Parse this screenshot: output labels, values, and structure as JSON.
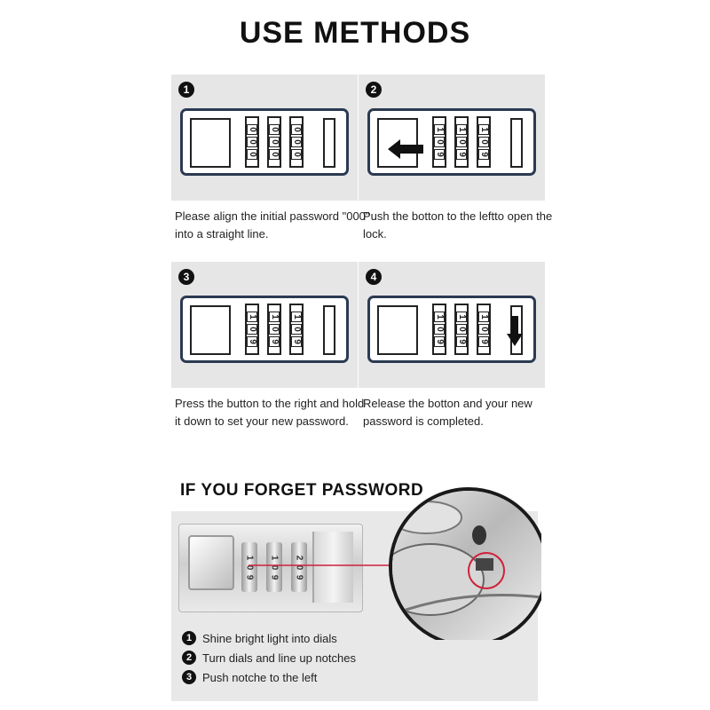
{
  "title": "USE METHODS",
  "steps": [
    {
      "num": "1",
      "caption": "Please align the initial password \"000\" into a straight line.",
      "dials": [
        [
          "0",
          "0",
          "0"
        ],
        [
          "0",
          "0",
          "0"
        ],
        [
          "0",
          "0",
          "0"
        ]
      ]
    },
    {
      "num": "2",
      "caption": "Push the botton to the leftto open the lock.",
      "dials": [
        [
          "1",
          "0",
          "9"
        ],
        [
          "1",
          "0",
          "9"
        ],
        [
          "1",
          "0",
          "9"
        ]
      ]
    },
    {
      "num": "3",
      "caption": "Press the button to the right and hold it down to set your new password.",
      "dials": [
        [
          "1",
          "0",
          "9"
        ],
        [
          "1",
          "0",
          "9"
        ],
        [
          "1",
          "0",
          "9"
        ]
      ]
    },
    {
      "num": "4",
      "caption": "Release the botton and your new password is completed.",
      "dials": [
        [
          "1",
          "0",
          "9"
        ],
        [
          "1",
          "0",
          "9"
        ],
        [
          "1",
          "0",
          "9"
        ]
      ]
    }
  ],
  "forget": {
    "title": "IF YOU FORGET PASSWORD",
    "photo_dials": [
      [
        "1",
        "0",
        "9"
      ],
      [
        "1",
        "0",
        "9"
      ],
      [
        "2",
        "0",
        "9"
      ]
    ],
    "steps": [
      {
        "num": "1",
        "text": "Shine bright light into dials"
      },
      {
        "num": "2",
        "text": "Turn dials and line up notches"
      },
      {
        "num": "3",
        "text": "Push notche to the left"
      }
    ]
  },
  "colors": {
    "frame": "#2b3a52",
    "card_bg": "#e6e6e6",
    "laser": "#d0203a"
  },
  "icons": {
    "left_arrow": "arrow-left-icon",
    "down_arrow": "arrow-down-icon"
  }
}
